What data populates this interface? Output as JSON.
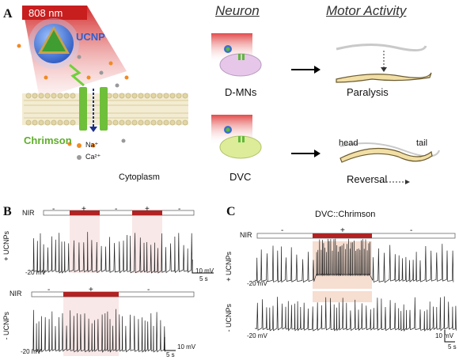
{
  "panel_a": {
    "letter": "A",
    "laser": "808 nm",
    "particle": "UCNP",
    "channel": "Chrimson",
    "ions": [
      "Na⁺",
      "Ca²⁺"
    ],
    "cytoplasm": "Cytoplasm",
    "col_neuron": "Neuron",
    "col_motor": "Motor Activity",
    "row1_neuron": "D-MNs",
    "row1_motor": "Paralysis",
    "row2_neuron": "DVC",
    "row2_motor": "Reversal",
    "worm_head": "head",
    "worm_tail": "tail"
  },
  "panel_b": {
    "letter": "B",
    "top": {
      "nir": "NIR",
      "signs": [
        "-",
        "+",
        "-",
        "+",
        "-"
      ],
      "ylabel": "+ UCNPs",
      "baseline": "-20 mV",
      "scale_v": "10 mV",
      "scale_t": "5 s"
    },
    "bottom": {
      "nir": "NIR",
      "signs": [
        "-",
        "+",
        "-"
      ],
      "ylabel": "- UCNPs",
      "baseline": "-20 mV",
      "scale_v": "10 mV",
      "scale_t": "5 s"
    }
  },
  "panel_c": {
    "letter": "C",
    "title": "DVC::Chrimson",
    "nir": "NIR",
    "signs": [
      "-",
      "+",
      "-"
    ],
    "top": {
      "ylabel": "+ UCNPs",
      "baseline": "-20 mV"
    },
    "bottom": {
      "ylabel": "- UCNPs",
      "baseline": "-20 mV"
    },
    "scale_v": "10 mV",
    "scale_t": "5 s"
  },
  "colors": {
    "nir_on": "#b22222",
    "glow": "#e05050",
    "membrane": "#e6dcb0",
    "channel": "#6fbf3a",
    "ucnp_shell": "#3a6fd0",
    "worm": "#f2dfa6"
  }
}
